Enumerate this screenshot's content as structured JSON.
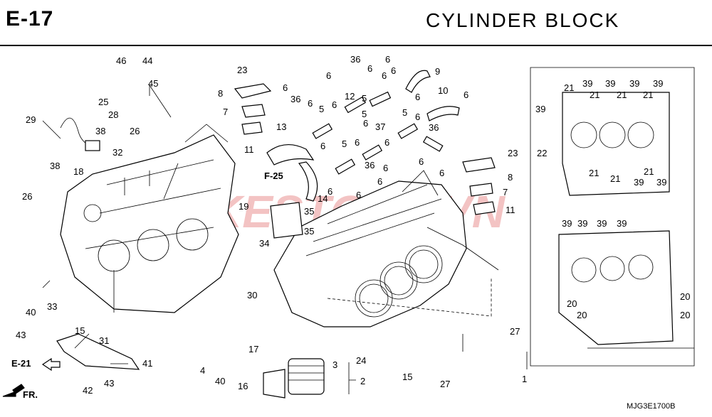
{
  "header": {
    "code": "E-17",
    "title": "CYLINDER  BLOCK"
  },
  "figure_code": "MJG3E1700B",
  "watermark": {
    "text": "BIKESTORE.VN",
    "color": "#d52b2b"
  },
  "refs": {
    "e21": "E-21",
    "f25": "F-25",
    "fr": "FR."
  },
  "callouts": {
    "c1": "1",
    "c2": "2",
    "c3": "3",
    "c4": "4",
    "c5": "5",
    "c6": "6",
    "c7": "7",
    "c8": "8",
    "c9": "9",
    "c10": "10",
    "c11": "11",
    "c12": "12",
    "c13": "13",
    "c14": "14",
    "c15": "15",
    "c16": "16",
    "c17": "17",
    "c18": "18",
    "c19": "19",
    "c20": "20",
    "c21": "21",
    "c22": "22",
    "c23": "23",
    "c24": "24",
    "c25": "25",
    "c26": "26",
    "c27": "27",
    "c28": "28",
    "c29": "29",
    "c30": "30",
    "c31": "31",
    "c32": "32",
    "c33": "33",
    "c34": "34",
    "c35": "35",
    "c36": "36",
    "c37": "37",
    "c38": "38",
    "c39": "39",
    "c40": "40",
    "c41": "41",
    "c42": "42",
    "c43": "43",
    "c44": "44",
    "c45": "45",
    "c46": "46"
  }
}
